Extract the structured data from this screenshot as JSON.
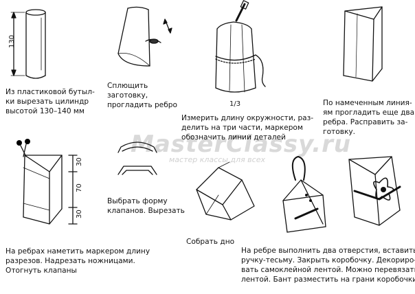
{
  "watermark": {
    "site": "MasterClassy.ru",
    "tagline": "мастер классы для всех"
  },
  "dimensions": {
    "cylinder_height": "130",
    "top_cut": "30",
    "middle": "70",
    "bottom_cut": "30",
    "third_mark": "1/3"
  },
  "steps": [
    {
      "text": "Из пластиковой бутыл-\nки вырезать цилиндр\nвысотой 130–140 мм"
    },
    {
      "text": "Сплющить\nзаготовку,\nпрогладить ребро"
    },
    {
      "text": "Измерить длину окружности, раз-\nделить на три части, маркером\nобозначить линии деталей"
    },
    {
      "text": "По намеченным линия-\nям прогладить еще два\nребра. Расправить за-\nготовку."
    },
    {
      "text": "На ребрах наметить маркером длину\nразрезов. Надрезать ножницами.\nОтогнуть клапаны"
    },
    {
      "text": "Выбрать форму\nклапанов. Вырезать"
    },
    {
      "text": "Собрать дно"
    },
    {
      "text": "На ребре выполнить два отверстия, вставить\nручку-тесьму. Закрыть коробочку. Декориро-\nвать самоклейной лентой. Можно перевязать\nлентой. Бант разместить на грани коробочки"
    }
  ]
}
